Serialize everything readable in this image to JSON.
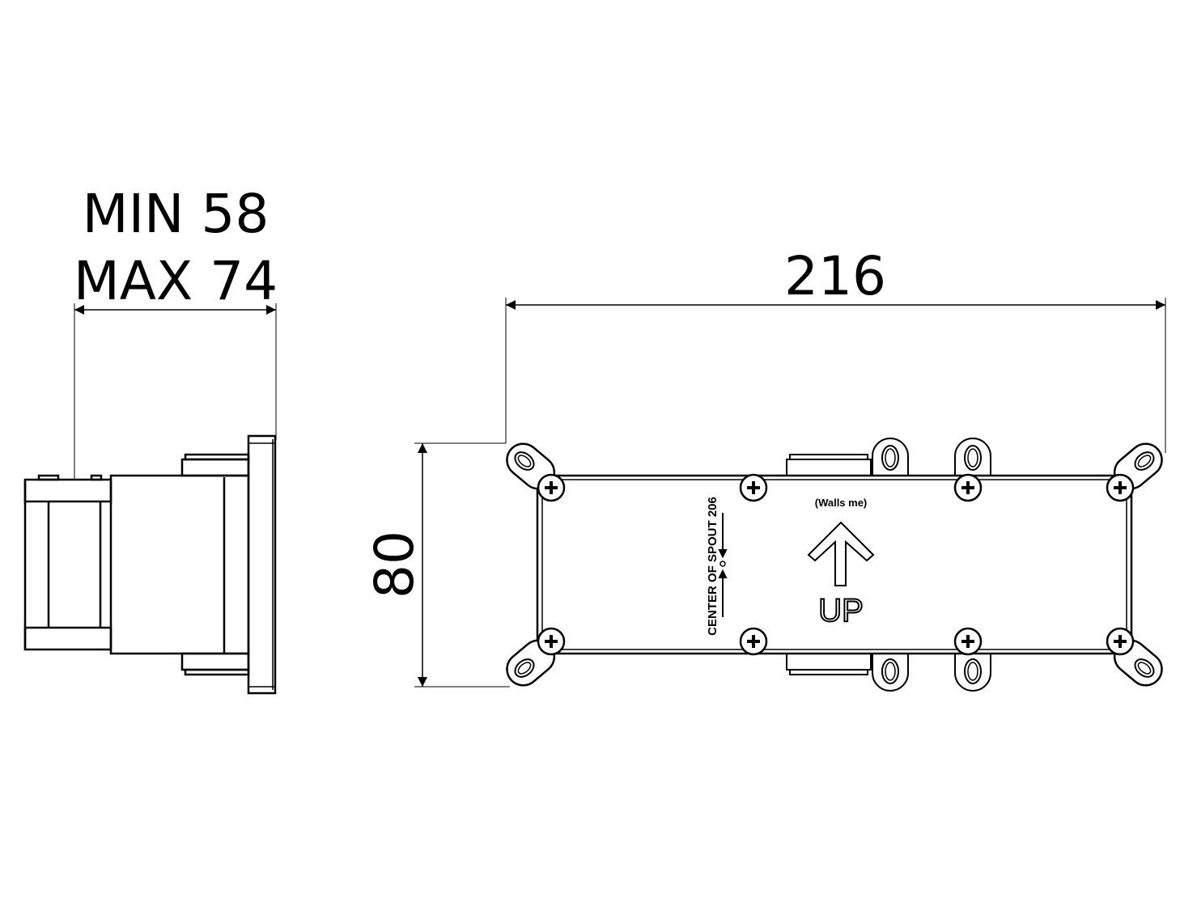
{
  "drawing": {
    "side_view": {
      "dimension_min": "MIN 58",
      "dimension_max": "MAX 74"
    },
    "front_view": {
      "width_dimension": "216",
      "height_dimension": "80",
      "spout_label": "CENTER OF SPOUT 206",
      "orientation_note": "(Walls me)",
      "up_label": "UP"
    }
  },
  "colors": {
    "line": "#000000",
    "background": "#ffffff"
  }
}
